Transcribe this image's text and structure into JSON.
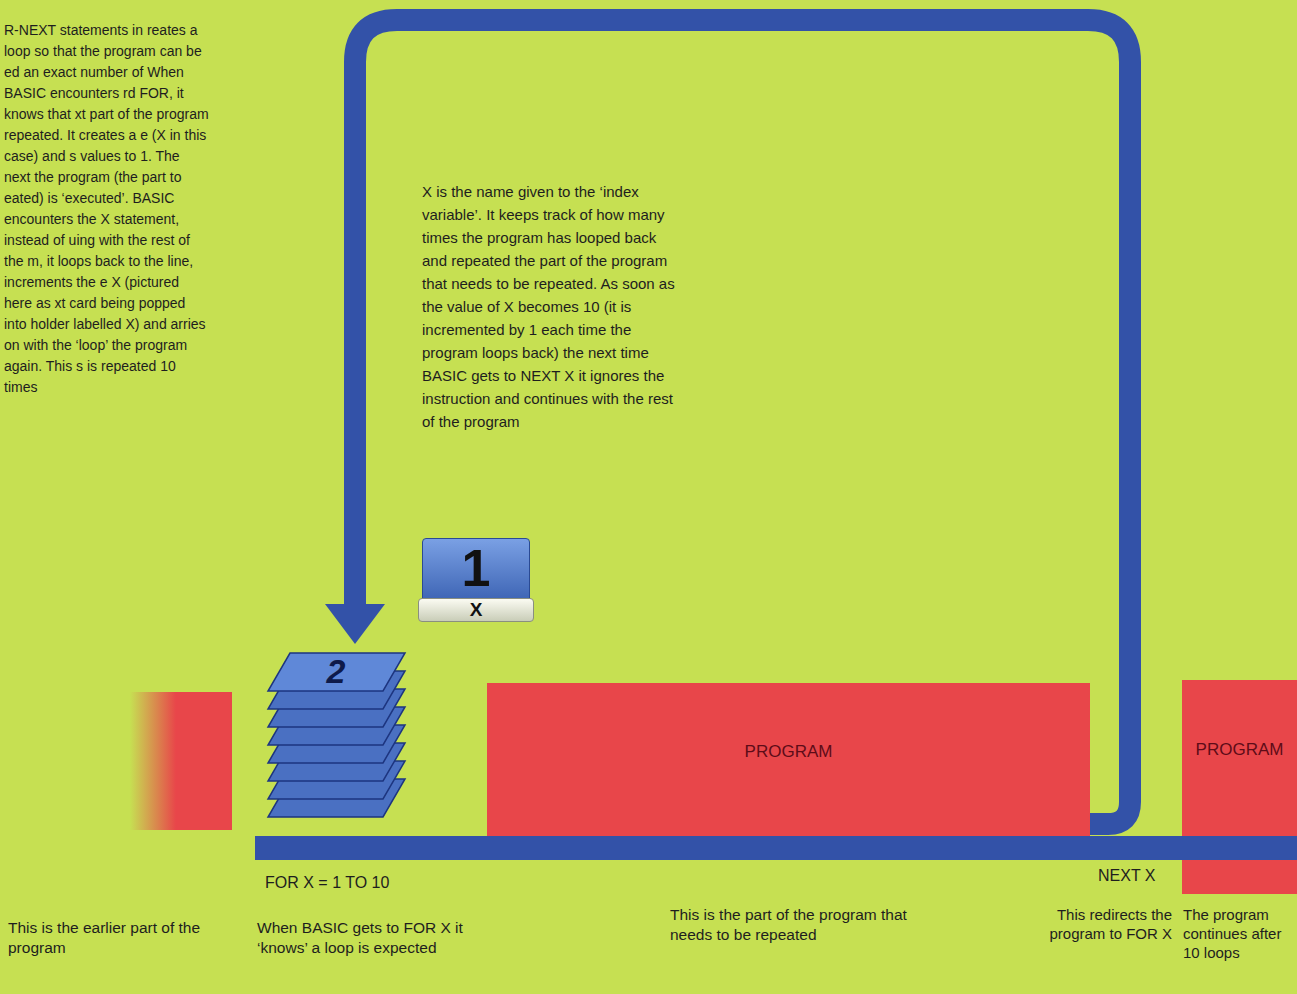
{
  "diagram": {
    "nodes": [
      {
        "text": [
          "2"
        ]
      },
      {
        "text": [
          "1",
          "X"
        ]
      },
      {
        "text": [
          "PROGRAM"
        ]
      },
      {
        "text": [
          "PROGRAM"
        ]
      }
    ],
    "edges": [
      {
        "from": 2,
        "to": 0,
        "arrow": "to"
      }
    ],
    "labels": [
      "R-NEXT statements in reates a loop so that the program can be ed an exact number of When BASIC encounters rd FOR, it knows that xt part of the program repeated. It creates a e (X in this case) and s values to 1. The next the program (the part to eated) is ‘executed’. BASIC encounters the X statement, instead of uing with the rest of the m, it loops back to the line, increments the e X (pictured here as xt card being popped into holder labelled X) and arries on with the ‘loop’ the program again. This s is repeated 10 times",
      "X is the name given to the ‘index variable’. It keeps track of how many times the program has looped back and repeated the part of the program that needs to be repeated. As soon as the value of X becomes 10 (it is incremented by 1 each time the program loops back) the next time BASIC gets to NEXT X it ignores the instruction and continues with the rest of the program",
      "FOR X = 1 TO 10",
      "NEXT X",
      "This is the earlier part of the program",
      "When BASIC gets to FOR X it ‘knows’ a loop is expected",
      "This is the part of the program that needs to be repeated",
      "This redirects the program to FOR X",
      "The program continues after 10 loops"
    ]
  }
}
